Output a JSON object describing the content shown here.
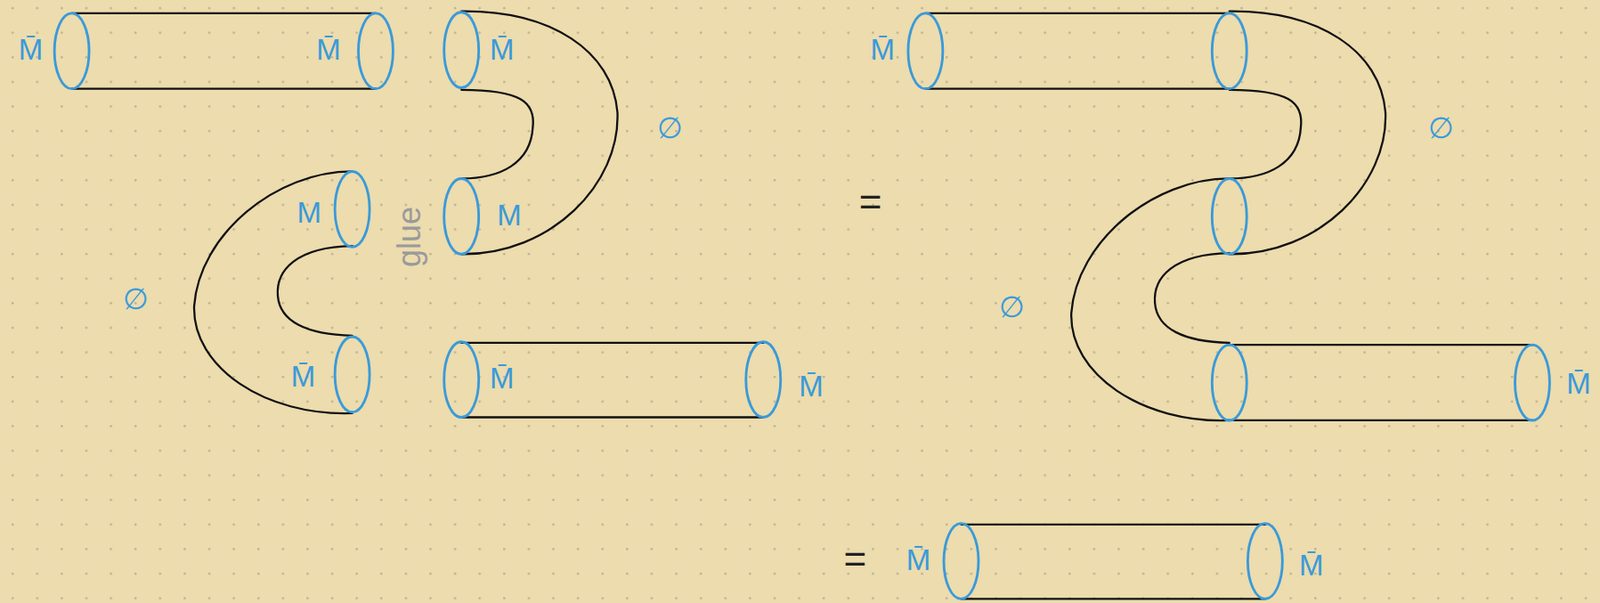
{
  "diagram": {
    "labels": [
      "M̄",
      "M̄",
      "M̄",
      "∅",
      "M̄",
      "∅",
      "M",
      "M",
      "glue",
      "=",
      "∅",
      "∅",
      "M̄",
      "M̄",
      "M̄",
      "M̄",
      "=",
      "M̄",
      "M̄"
    ]
  }
}
